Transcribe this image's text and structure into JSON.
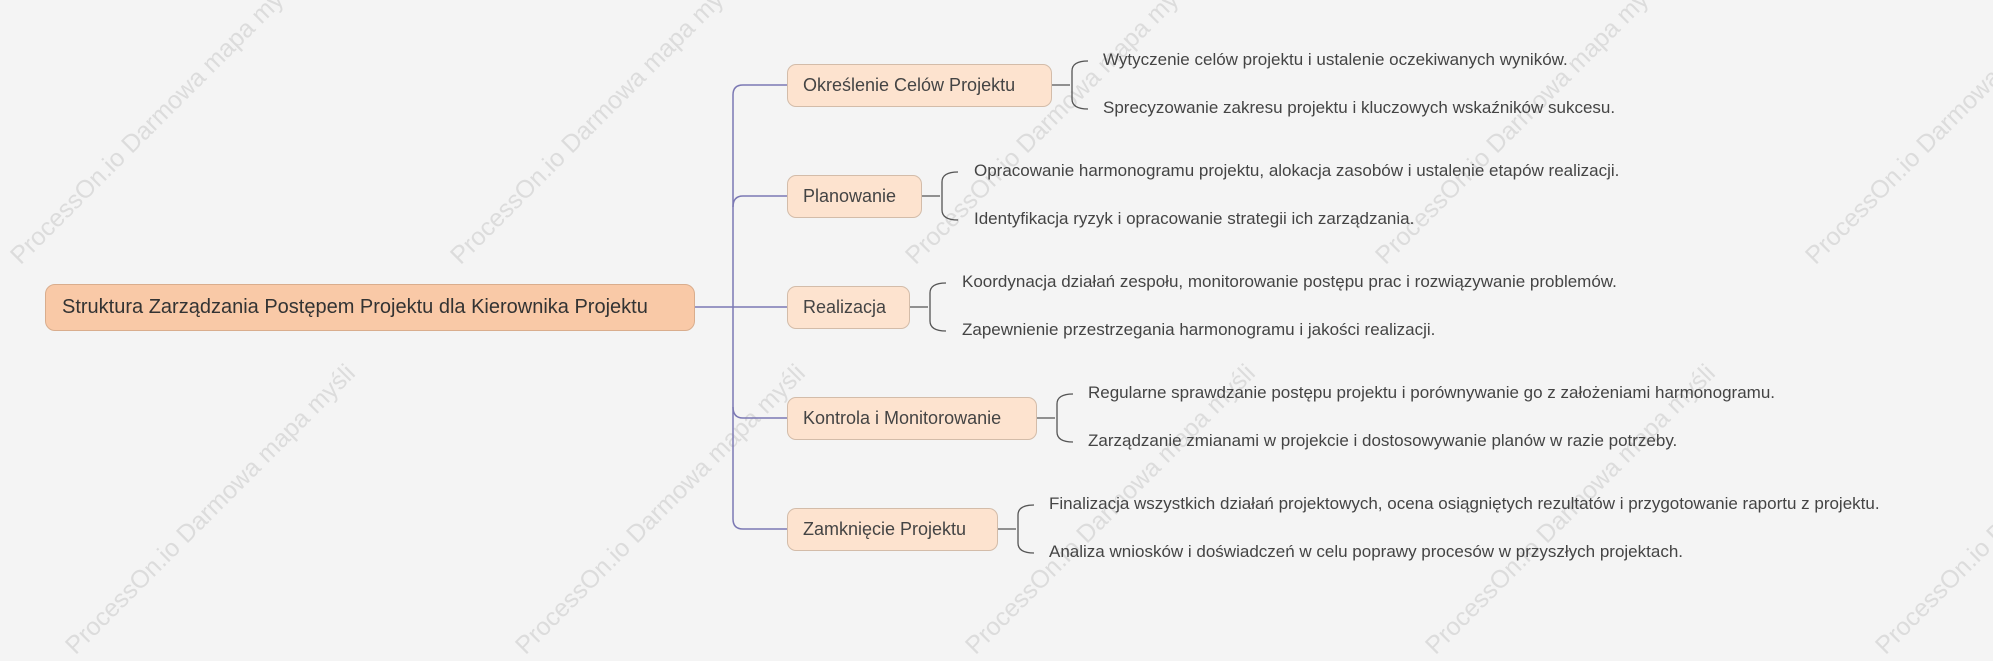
{
  "watermark": "ProcessOn.io Darmowa mapa myśli",
  "root": {
    "label": "Struktura Zarządzania Postępem Projektu dla Kierownika Projektu"
  },
  "branches": [
    {
      "label": "Określenie Celów Projektu",
      "children": [
        "Wytyczenie celów projektu i ustalenie oczekiwanych wyników.",
        "Sprecyzowanie zakresu projektu i kluczowych wskaźników sukcesu."
      ]
    },
    {
      "label": "Planowanie",
      "children": [
        "Opracowanie harmonogramu projektu, alokacja zasobów i ustalenie etapów realizacji.",
        "Identyfikacja ryzyk i opracowanie strategii ich zarządzania."
      ]
    },
    {
      "label": "Realizacja",
      "children": [
        "Koordynacja działań zespołu, monitorowanie postępu prac i rozwiązywanie problemów.",
        "Zapewnienie przestrzegania harmonogramu i jakości realizacji."
      ]
    },
    {
      "label": "Kontrola i Monitorowanie",
      "children": [
        "Regularne sprawdzanie postępu projektu i porównywanie go z założeniami harmonogramu.",
        "Zarządzanie zmianami w projekcie i dostosowywanie planów w razie potrzeby."
      ]
    },
    {
      "label": "Zamknięcie Projektu",
      "children": [
        "Finalizacja wszystkich działań projektowych, ocena osiągniętych rezultatów i przygotowanie raportu z projektu.",
        "Analiza wniosków i doświadczeń w celu poprawy procesów w przyszłych projektach."
      ]
    }
  ],
  "colors": {
    "root_fill": "#f9c9a7",
    "branch_fill": "#fde3cf",
    "root_connector": "#7b78b3",
    "leaf_connector": "#555555"
  }
}
